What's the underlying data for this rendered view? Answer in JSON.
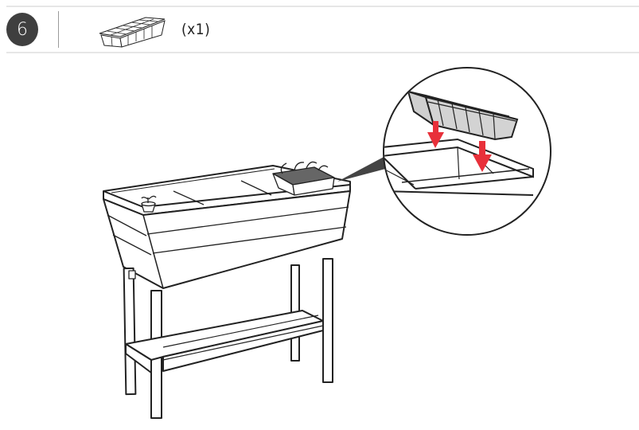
{
  "header": {
    "step_number": "6",
    "part": {
      "icon": "seedling-tray-icon",
      "quantity_label": "(x1)"
    }
  },
  "illustration": {
    "subject": "raised garden bed planter on stand with seedling tray",
    "detail_callout": {
      "icon": "magnifier-callout",
      "content": "seedling tray inserted into planter top",
      "arrow_color": "#e8303a"
    }
  },
  "colors": {
    "badge_bg": "#3f3f3f",
    "badge_text": "#ffffff",
    "rule": "#e6e6e6",
    "line": "#222222",
    "arrow": "#e8303a",
    "tray_fill": "#d9d9d9"
  }
}
